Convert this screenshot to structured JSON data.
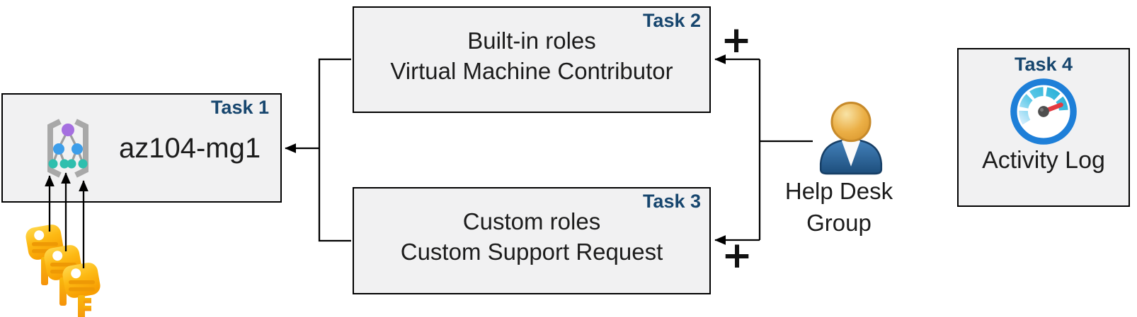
{
  "task1": {
    "label": "Task 1",
    "name": "az104-mg1",
    "icon": "management-group-icon"
  },
  "task2": {
    "label": "Task 2",
    "line1": "Built-in roles",
    "line2": "Virtual Machine Contributor",
    "assign_symbol": "+"
  },
  "task3": {
    "label": "Task 3",
    "line1": "Custom roles",
    "line2": "Custom Support Request",
    "assign_symbol": "+"
  },
  "task4": {
    "label": "Task 4",
    "caption": "Activity Log",
    "icon": "gauge-icon"
  },
  "actor": {
    "line1": "Help Desk",
    "line2": "Group",
    "icon": "person-icon"
  },
  "keys": {
    "icon": "key-icon",
    "count": 3
  },
  "colors": {
    "task_label": "#17466E",
    "box_fill": "#F1F1F2",
    "box_border": "#000000",
    "body_text": "#1C1C1C",
    "connector": "#000000",
    "key_gold": "#F9A602",
    "person_blue": "#1D4E7C",
    "person_head_gold": "#EBAF46",
    "gauge_ring_blue": "#1E7FD8",
    "gauge_needle_red": "#E23B41",
    "mg_purple": "#A56FE0",
    "mg_blue": "#3D9EEA",
    "mg_teal": "#2EBFAE"
  }
}
